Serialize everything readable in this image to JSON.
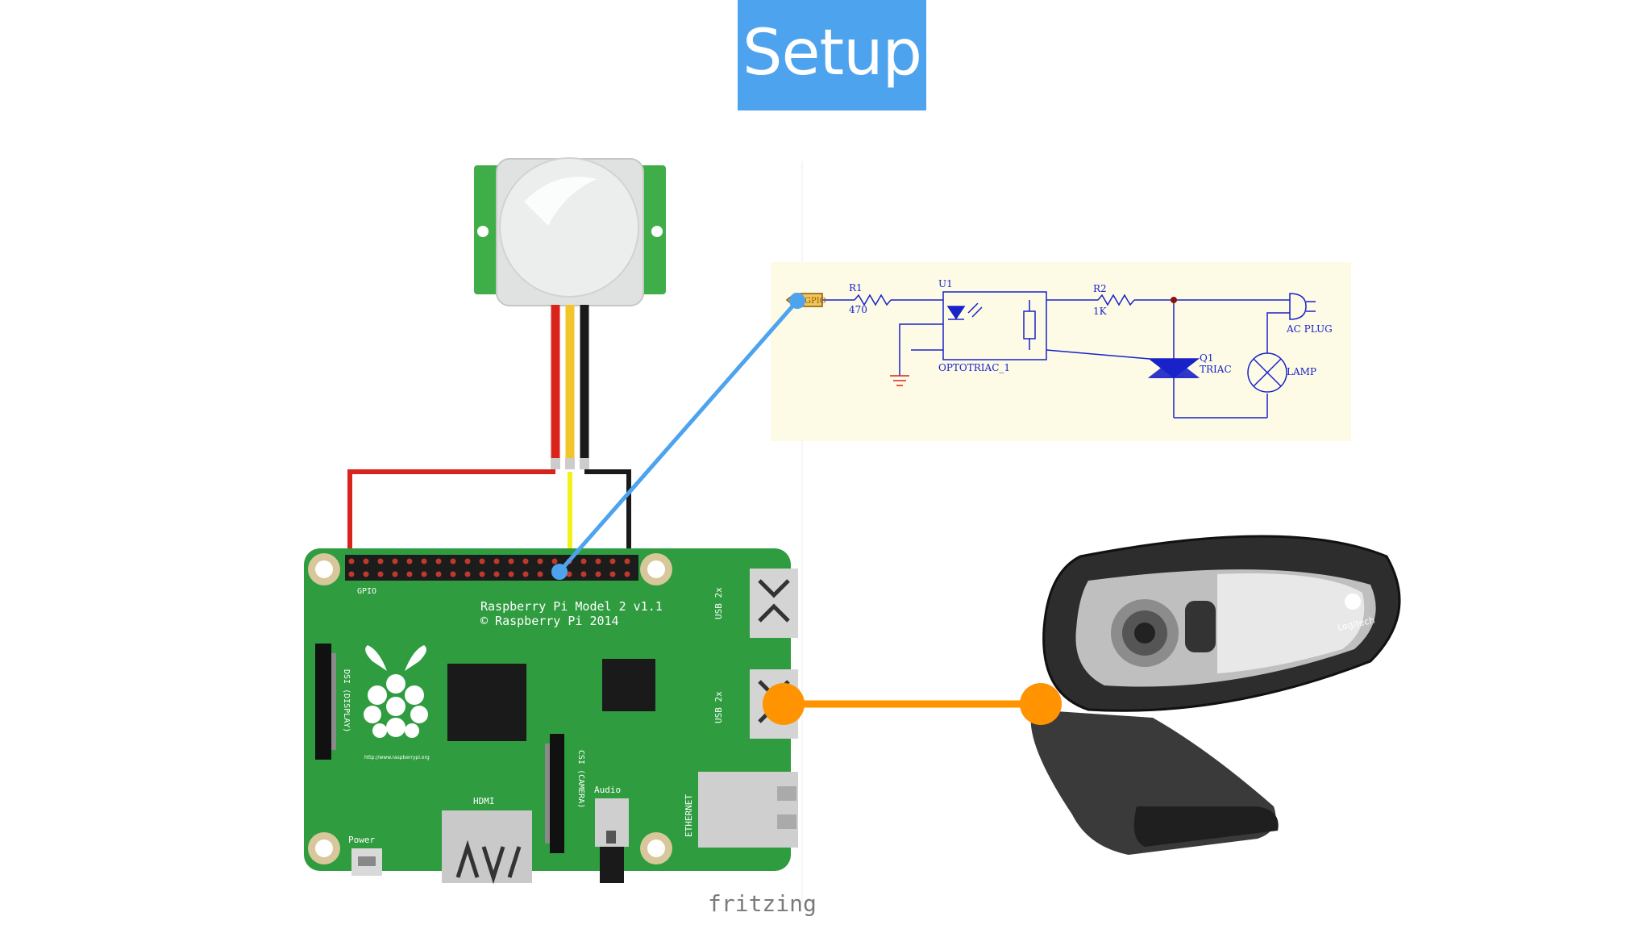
{
  "title": "Setup",
  "pi_board": {
    "model_line": "Raspberry Pi Model 2 v1.1",
    "copyright_line": "© Raspberry Pi 2014",
    "gpio_label": "GPIO",
    "usb_top_label": "USB 2x",
    "usb_bottom_label": "USB 2x",
    "display_label": "DSI (DISPLAY)",
    "camera_label": "CSI (CAMERA)",
    "hdmi_label": "HDMI",
    "audio_label": "Audio",
    "ethernet_label": "ETHERNET",
    "power_label": "Power",
    "website": "http://www.raspberrypi.org"
  },
  "watermark": "fritzing",
  "schematic": {
    "gpio_label": "GPIO",
    "r1_ref": "R1",
    "r1_value": "470",
    "u1_ref": "U1",
    "u1_name": "OPTOTRIAC_1",
    "r2_ref": "R2",
    "r2_value": "1K",
    "q1_ref": "Q1",
    "q1_name": "TRIAC",
    "plug_label": "AC PLUG",
    "lamp_label": "LAMP"
  },
  "webcam": {
    "brand": "Logitech"
  },
  "colors": {
    "title_bg": "#4da3ee",
    "board_green": "#2e9c3f",
    "pir_green": "#3fae49",
    "gpio_link": "#4da3ee",
    "usb_link": "#ff9300",
    "schematic_bg": "#fdfbe6",
    "schematic_ink": "#1822c8",
    "wire_red": "#d8241c",
    "wire_yellow": "#f2c62b",
    "wire_black": "#1a1a1a"
  }
}
